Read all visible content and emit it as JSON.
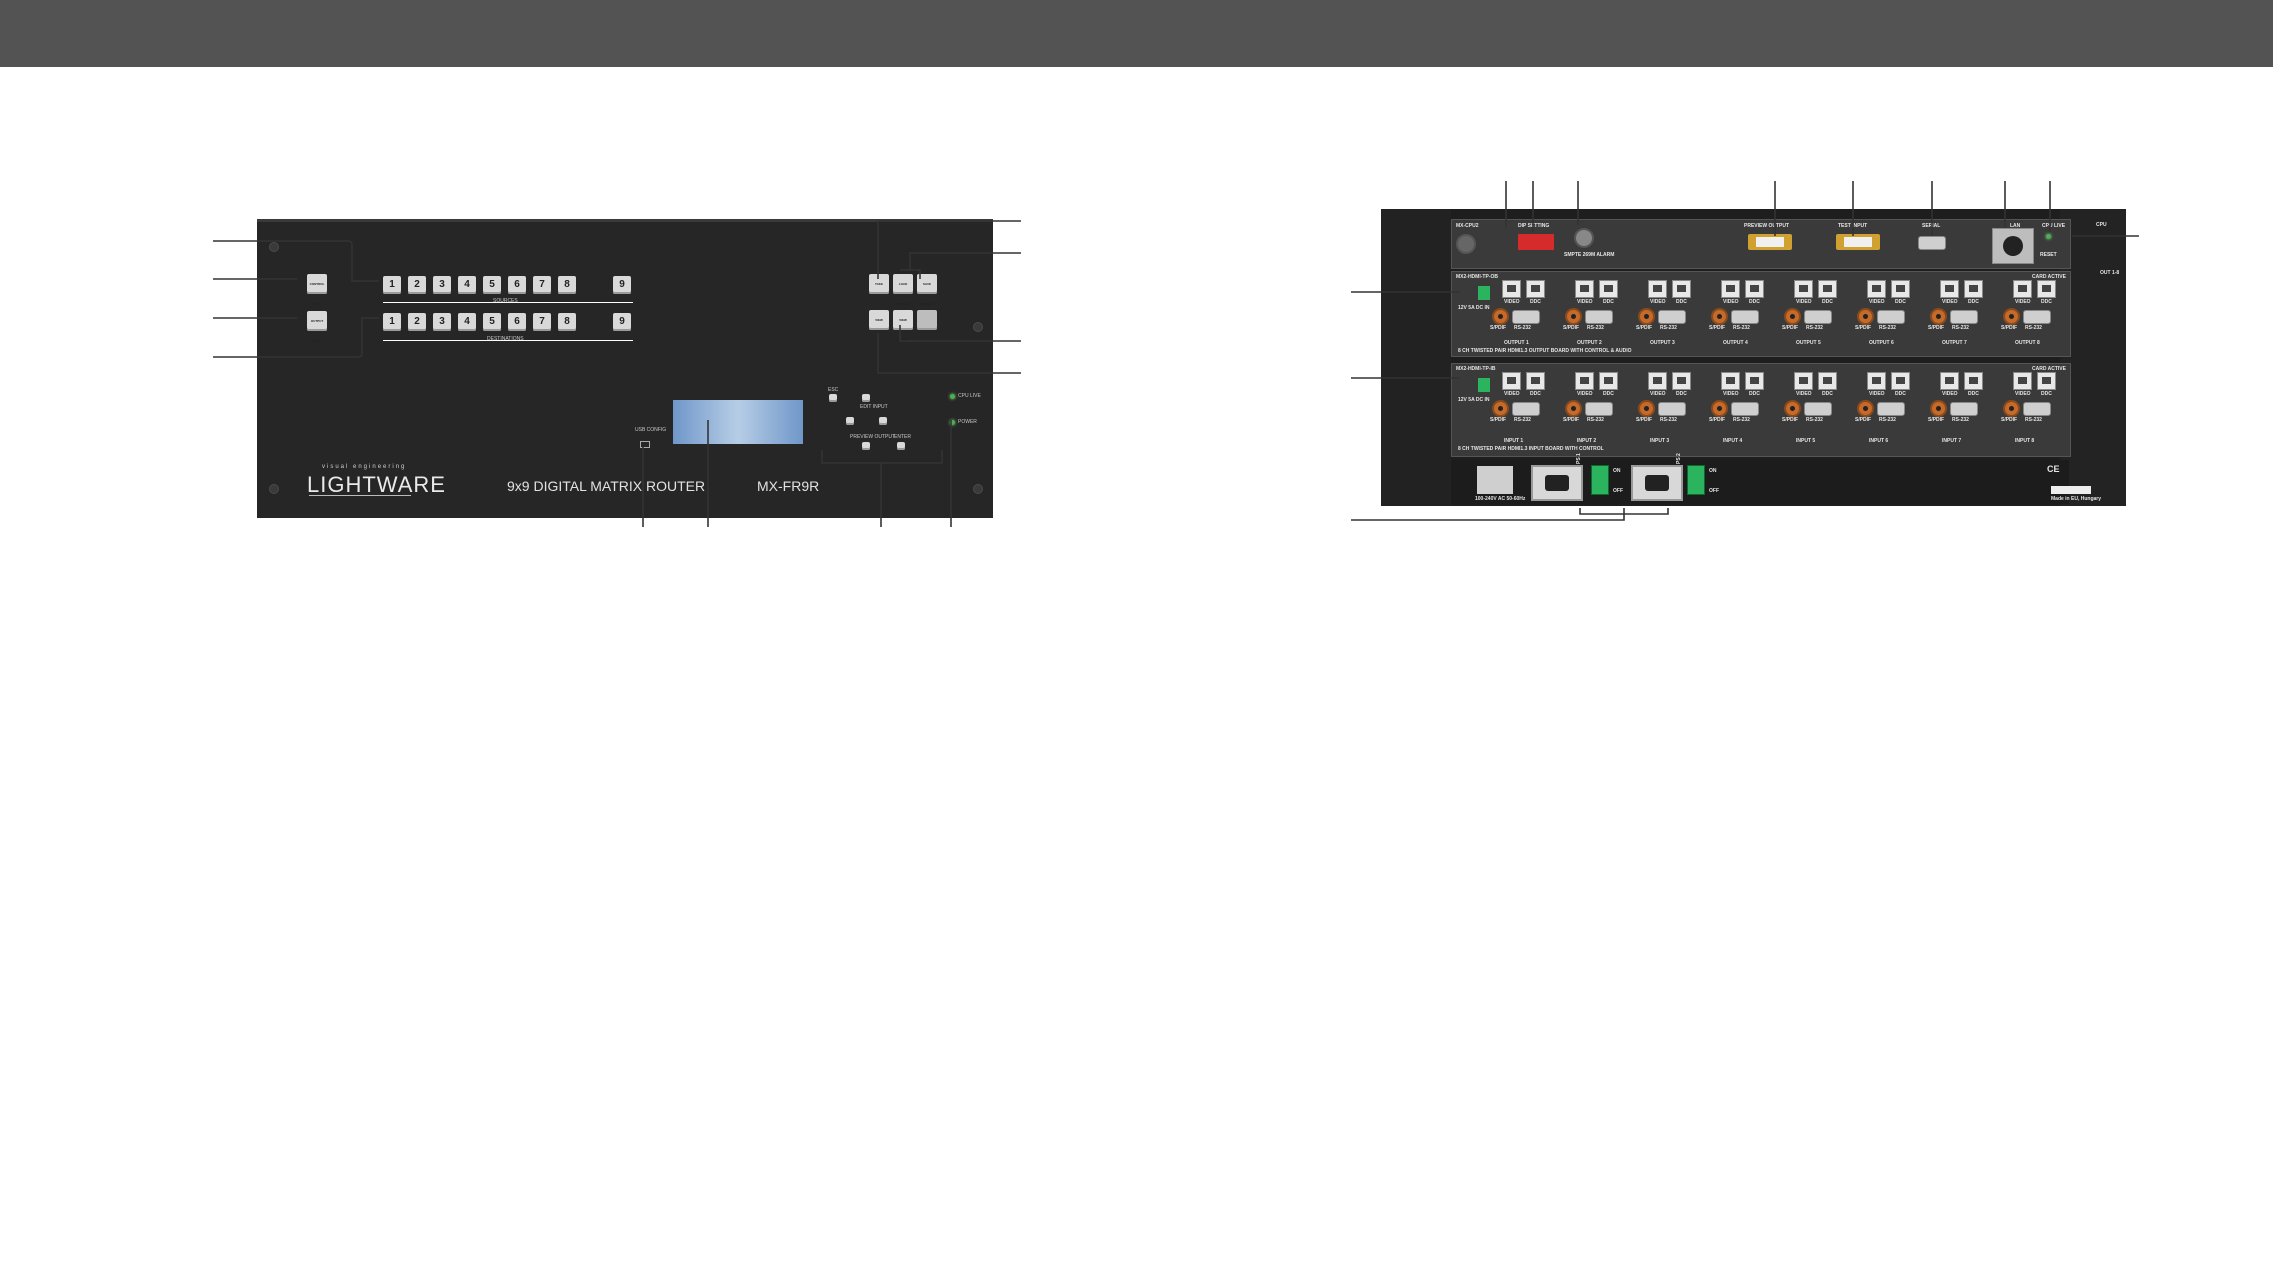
{
  "front_panel": {
    "sources_label": "SOURCES",
    "destinations_label": "DESTINATIONS",
    "source_buttons": [
      "1",
      "2",
      "3",
      "4",
      "5",
      "6",
      "7",
      "8",
      "9"
    ],
    "destination_buttons": [
      "1",
      "2",
      "3",
      "4",
      "5",
      "6",
      "7",
      "8",
      "9"
    ],
    "left_buttons": [
      "CONTROL LOCK",
      "OUTPUT LOCK"
    ],
    "right_top_buttons": [
      "TAKE",
      "LOAD PRESET",
      "SAVE PRESET"
    ],
    "right_bottom_buttons": [
      "VIEW",
      "VIEW PRESET"
    ],
    "led_labels": [
      "CPU LIVE",
      "POWER"
    ],
    "nav_labels": [
      "ESC",
      "EDIT INPUT",
      "PREVIEW OUTPUT",
      "ENTER"
    ],
    "usb_label": "USB CONFIG",
    "brand_sub": "visual engineering",
    "brand": "LIGHTWARE",
    "title": "9x9 DIGITAL MATRIX ROUTER",
    "model": "MX-FR9R"
  },
  "rear_panel": {
    "cpu_label": "MX-CPU2",
    "dip_label": "DIP SETTING",
    "alarm_label": "SMPTE 269M ALARM",
    "preview_label": "PREVIEW OUTPUT",
    "test_label": "TEST INPUT",
    "serial_label": "SERIAL",
    "lan_label": "LAN",
    "reset_label": "RESET",
    "cpu_live_label": "CPU LIVE",
    "cpu_side_label": "CPU",
    "out_side_label": "OUT 1-8",
    "out_card_name": "MX2-HDMI-TP-OB",
    "out_card_caption": "8 CH TWISTED PAIR HDMI1.3 OUTPUT BOARD WITH CONTROL & AUDIO",
    "in_card_name": "MX2-HDMI-TP-IB",
    "in_card_caption": "8 CH TWISTED PAIR HDMI1.3 INPUT BOARD WITH CONTROL",
    "card_active_label": "CARD ACTIVE",
    "dc_label": "12V 5A DC IN",
    "video_label": "VIDEO",
    "ddc_label": "DDC",
    "spdif_label": "S/PDIF",
    "rs232_label": "RS-232",
    "outputs": [
      "OUTPUT 1",
      "OUTPUT 2",
      "OUTPUT 3",
      "OUTPUT 4",
      "OUTPUT 5",
      "OUTPUT 6",
      "OUTPUT 7",
      "OUTPUT 8"
    ],
    "inputs": [
      "INPUT 1",
      "INPUT 2",
      "INPUT 3",
      "INPUT 4",
      "INPUT 5",
      "INPUT 6",
      "INPUT 7",
      "INPUT 8"
    ],
    "power_labels": [
      "ON",
      "OFF",
      "ON",
      "OFF"
    ],
    "mains_label": "100-240V AC 50-60Hz",
    "ps_labels": [
      "PS 1",
      "PS 2"
    ],
    "made_label": "Made in EU, Hungary"
  }
}
